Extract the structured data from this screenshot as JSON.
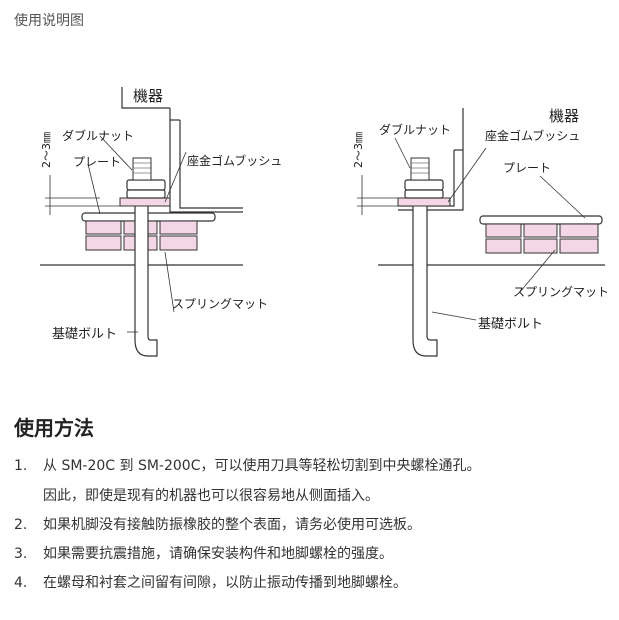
{
  "caption": "使用说明图",
  "diagram": {
    "left": {
      "machine": "機器",
      "gap": "2～3㎜",
      "double_nut": "ダブルナット",
      "plate": "プレート",
      "rubber_bush": "座金ゴムブッシュ",
      "spring_mat": "スプリングマット",
      "anchor_bolt": "基礎ボルト"
    },
    "right": {
      "machine": "機器",
      "gap": "2～3㎜",
      "double_nut": "ダブルナット",
      "plate": "プレート",
      "rubber_bush": "座金ゴムブッシュ",
      "spring_mat": "スプリングマット",
      "anchor_bolt": "基礎ボルト"
    }
  },
  "section_title": "使用方法",
  "steps": [
    {
      "num": "1.",
      "text": "从 SM-20C 到 SM-200C，可以使用刀具等轻松切割到中央螺栓通孔。",
      "cont": "因此，即使是现有的机器也可以很容易地从侧面插入。"
    },
    {
      "num": "2.",
      "text": "如果机脚没有接触防振橡胶的整个表面，请务必使用可选板。"
    },
    {
      "num": "3.",
      "text": "如果需要抗震措施，请确保安装构件和地脚螺栓的强度。"
    },
    {
      "num": "4.",
      "text": "在螺母和衬套之间留有间隙，以防止振动传播到地脚螺栓。"
    }
  ],
  "colors": {
    "pink": "#f4d7e6",
    "line": "#333333",
    "accent_blue": "#1a5aa0"
  }
}
